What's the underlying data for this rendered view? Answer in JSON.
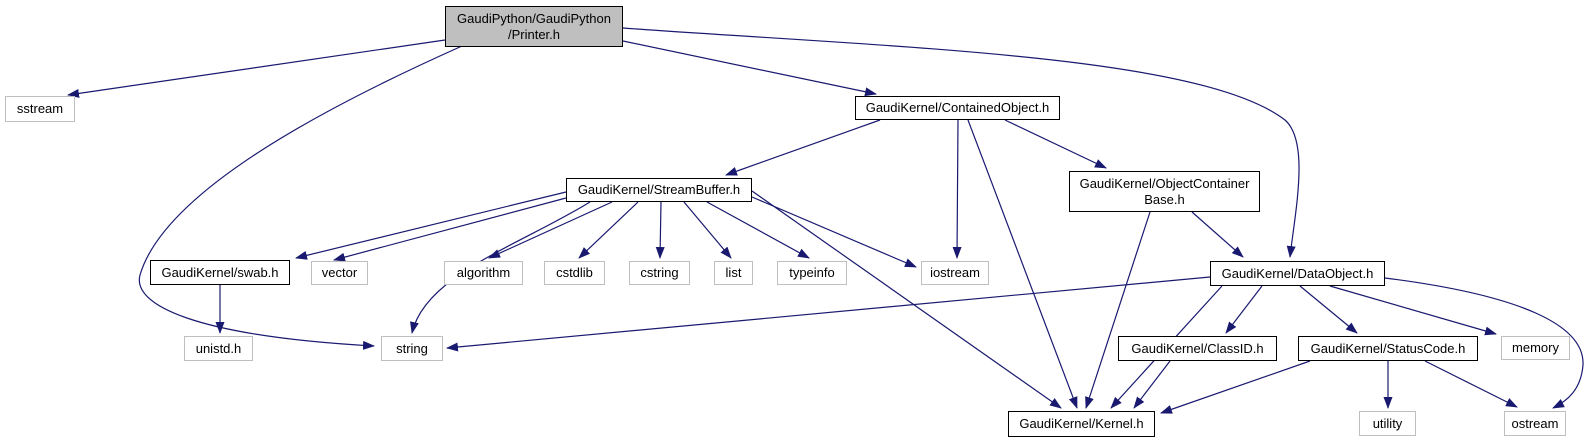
{
  "diagram": {
    "kind": "doxygen-include-graph",
    "title": "Include dependency graph for GaudiPython/GaudiPython/Printer.h",
    "edge_color": "#191970",
    "root_fill": "#bfbfbf",
    "node_fill": "#ffffff",
    "internal_border_color": "#000000",
    "external_border_color": "#bfbfbf"
  },
  "nodes": [
    {
      "id": "printer",
      "label": "GaudiPython/GaudiPython\n/Printer.h",
      "kind": "root"
    },
    {
      "id": "sstream",
      "label": "sstream",
      "kind": "external"
    },
    {
      "id": "containedobject",
      "label": "GaudiKernel/ContainedObject.h",
      "kind": "internal"
    },
    {
      "id": "objectcontainerbase",
      "label": "GaudiKernel/ObjectContainer\nBase.h",
      "kind": "internal"
    },
    {
      "id": "streambuffer",
      "label": "GaudiKernel/StreamBuffer.h",
      "kind": "internal"
    },
    {
      "id": "swab",
      "label": "GaudiKernel/swab.h",
      "kind": "internal"
    },
    {
      "id": "vector",
      "label": "vector",
      "kind": "external"
    },
    {
      "id": "algorithm",
      "label": "algorithm",
      "kind": "external"
    },
    {
      "id": "cstdlib",
      "label": "cstdlib",
      "kind": "external"
    },
    {
      "id": "cstring",
      "label": "cstring",
      "kind": "external"
    },
    {
      "id": "list",
      "label": "list",
      "kind": "external"
    },
    {
      "id": "typeinfo",
      "label": "typeinfo",
      "kind": "external"
    },
    {
      "id": "iostream",
      "label": "iostream",
      "kind": "external"
    },
    {
      "id": "dataobject",
      "label": "GaudiKernel/DataObject.h",
      "kind": "internal"
    },
    {
      "id": "unistd",
      "label": "unistd.h",
      "kind": "external"
    },
    {
      "id": "string",
      "label": "string",
      "kind": "external"
    },
    {
      "id": "classid",
      "label": "GaudiKernel/ClassID.h",
      "kind": "internal"
    },
    {
      "id": "statuscode",
      "label": "GaudiKernel/StatusCode.h",
      "kind": "internal"
    },
    {
      "id": "memory",
      "label": "memory",
      "kind": "external"
    },
    {
      "id": "kernel",
      "label": "GaudiKernel/Kernel.h",
      "kind": "internal"
    },
    {
      "id": "utility",
      "label": "utility",
      "kind": "external"
    },
    {
      "id": "ostream",
      "label": "ostream",
      "kind": "external"
    }
  ],
  "edges": [
    {
      "from": "printer",
      "to": "sstream"
    },
    {
      "from": "printer",
      "to": "containedobject"
    },
    {
      "from": "printer",
      "to": "dataobject"
    },
    {
      "from": "printer",
      "to": "string"
    },
    {
      "from": "containedobject",
      "to": "streambuffer"
    },
    {
      "from": "containedobject",
      "to": "iostream"
    },
    {
      "from": "containedobject",
      "to": "objectcontainerbase"
    },
    {
      "from": "containedobject",
      "to": "kernel"
    },
    {
      "from": "streambuffer",
      "to": "swab"
    },
    {
      "from": "streambuffer",
      "to": "vector"
    },
    {
      "from": "streambuffer",
      "to": "algorithm"
    },
    {
      "from": "streambuffer",
      "to": "cstdlib"
    },
    {
      "from": "streambuffer",
      "to": "cstring"
    },
    {
      "from": "streambuffer",
      "to": "list"
    },
    {
      "from": "streambuffer",
      "to": "typeinfo"
    },
    {
      "from": "streambuffer",
      "to": "iostream"
    },
    {
      "from": "streambuffer",
      "to": "string"
    },
    {
      "from": "streambuffer",
      "to": "kernel"
    },
    {
      "from": "swab",
      "to": "unistd"
    },
    {
      "from": "objectcontainerbase",
      "to": "dataobject"
    },
    {
      "from": "objectcontainerbase",
      "to": "kernel"
    },
    {
      "from": "dataobject",
      "to": "classid"
    },
    {
      "from": "dataobject",
      "to": "statuscode"
    },
    {
      "from": "dataobject",
      "to": "memory"
    },
    {
      "from": "dataobject",
      "to": "ostream"
    },
    {
      "from": "dataobject",
      "to": "string"
    },
    {
      "from": "dataobject",
      "to": "kernel"
    },
    {
      "from": "classid",
      "to": "kernel"
    },
    {
      "from": "statuscode",
      "to": "kernel"
    },
    {
      "from": "statuscode",
      "to": "utility"
    },
    {
      "from": "statuscode",
      "to": "ostream"
    }
  ]
}
